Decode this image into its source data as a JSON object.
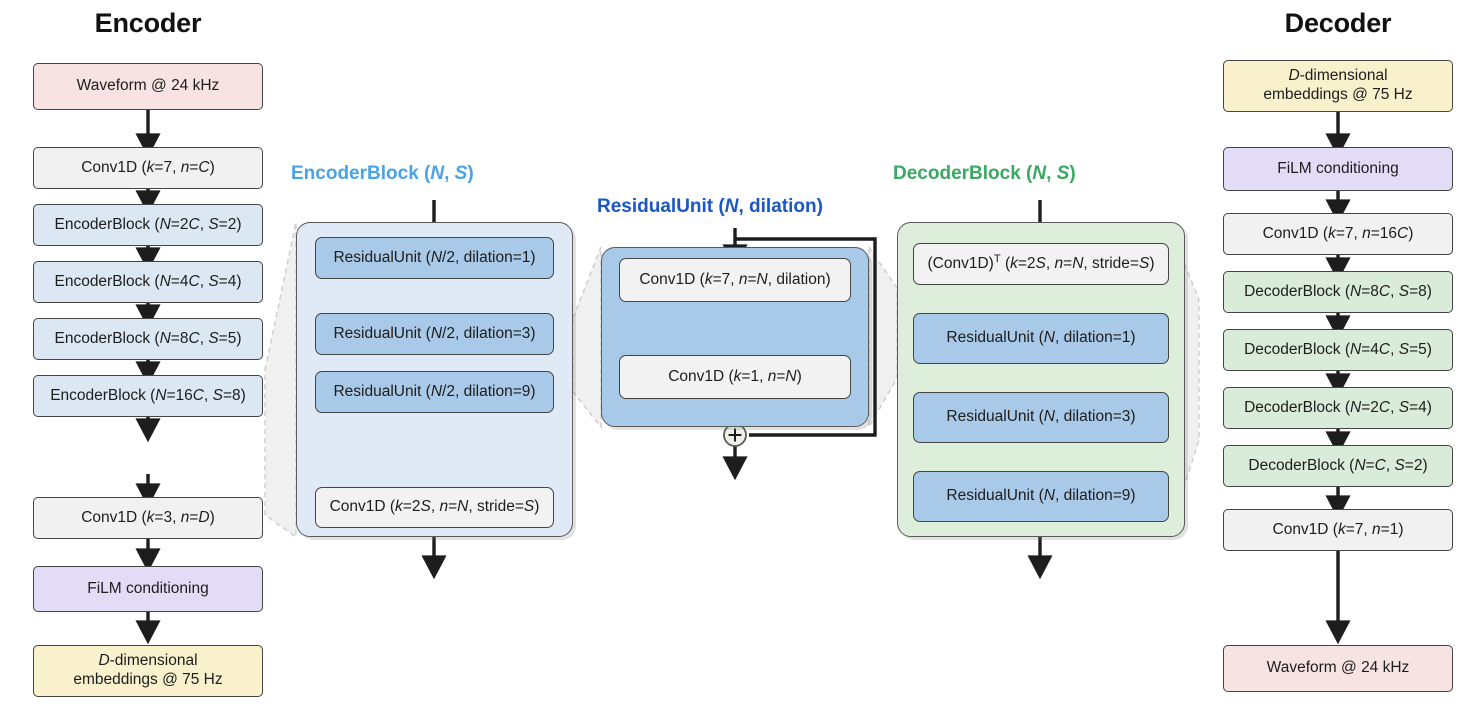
{
  "titles": {
    "encoder": "Encoder",
    "decoder": "Decoder"
  },
  "panel_titles": {
    "encoder_block": "EncoderBlock (N, S)",
    "residual_unit": "ResidualUnit (N, dilation)",
    "decoder_block": "DecoderBlock (N, S)"
  },
  "colors": {
    "encoder_block_title": "#4aa3e8",
    "residual_unit_title": "#1a56c4",
    "decoder_block_title": "#3aa860",
    "waveform_fill": "#f8e3e3",
    "conv_fill": "#f1f1f1",
    "encoder_block_fill": "#dbe8f4",
    "film_fill": "#e3dcf6",
    "embeddings_fill": "#f8f1cc",
    "decoder_block_fill": "#d9ecd9",
    "residual_unit_fill": "#a9c9e8",
    "panel_blue_fill": "#dfeaf6",
    "panel_green_fill": "#ddeeda",
    "stroke": "#444444",
    "arrow": "#1d1d1d"
  },
  "encoder_column": [
    {
      "label": "Waveform @ 24 kHz",
      "fill": "pink"
    },
    {
      "label": "Conv1D (k=7, n=C)",
      "fill": "grey"
    },
    {
      "label": "EncoderBlock (N=2C, S=2)",
      "fill": "lblue"
    },
    {
      "label": "EncoderBlock (N=4C, S=4)",
      "fill": "lblue"
    },
    {
      "label": "EncoderBlock (N=8C, S=5)",
      "fill": "lblue"
    },
    {
      "label": "EncoderBlock (N=16C, S=8)",
      "fill": "lblue"
    },
    {
      "label": "Conv1D (k=3, n=D)",
      "fill": "grey"
    },
    {
      "label": "FiLM conditioning",
      "fill": "purple"
    },
    {
      "label": "D-dimensional embeddings @ 75 Hz",
      "fill": "yellow"
    }
  ],
  "encoder_block_panel": [
    {
      "label": "ResidualUnit (N/2, dilation=1)",
      "fill": "mblue"
    },
    {
      "label": "ResidualUnit (N/2, dilation=3)",
      "fill": "mblue"
    },
    {
      "label": "ResidualUnit (N/2, dilation=9)",
      "fill": "mblue"
    },
    {
      "label": "Conv1D (k=2S, n=N, stride=S)",
      "fill": "white"
    }
  ],
  "residual_unit_panel": [
    {
      "label": "Conv1D (k=7, n=N, dilation)",
      "fill": "white"
    },
    {
      "label": "Conv1D (k=1, n=N)",
      "fill": "white"
    }
  ],
  "residual_unit_sum_symbol": "+",
  "decoder_block_panel": [
    {
      "label": "(Conv1D)T (k=2S, n=N, stride=S)",
      "fill": "white"
    },
    {
      "label": "ResidualUnit (N, dilation=1)",
      "fill": "mblue"
    },
    {
      "label": "ResidualUnit (N, dilation=3)",
      "fill": "mblue"
    },
    {
      "label": "ResidualUnit (N, dilation=9)",
      "fill": "mblue"
    }
  ],
  "decoder_column": [
    {
      "label": "D-dimensional embeddings @ 75 Hz",
      "fill": "yellow"
    },
    {
      "label": "FiLM conditioning",
      "fill": "purple"
    },
    {
      "label": "Conv1D (k=7, n=16C)",
      "fill": "grey"
    },
    {
      "label": "DecoderBlock (N=8C, S=8)",
      "fill": "lgreen"
    },
    {
      "label": "DecoderBlock (N=4C, S=5)",
      "fill": "lgreen"
    },
    {
      "label": "DecoderBlock (N=2C, S=4)",
      "fill": "lgreen"
    },
    {
      "label": "DecoderBlock (N=C, S=2)",
      "fill": "lgreen"
    },
    {
      "label": "Conv1D (k=7, n=1)",
      "fill": "grey"
    },
    {
      "label": "Waveform @ 24 kHz",
      "fill": "pink"
    }
  ]
}
